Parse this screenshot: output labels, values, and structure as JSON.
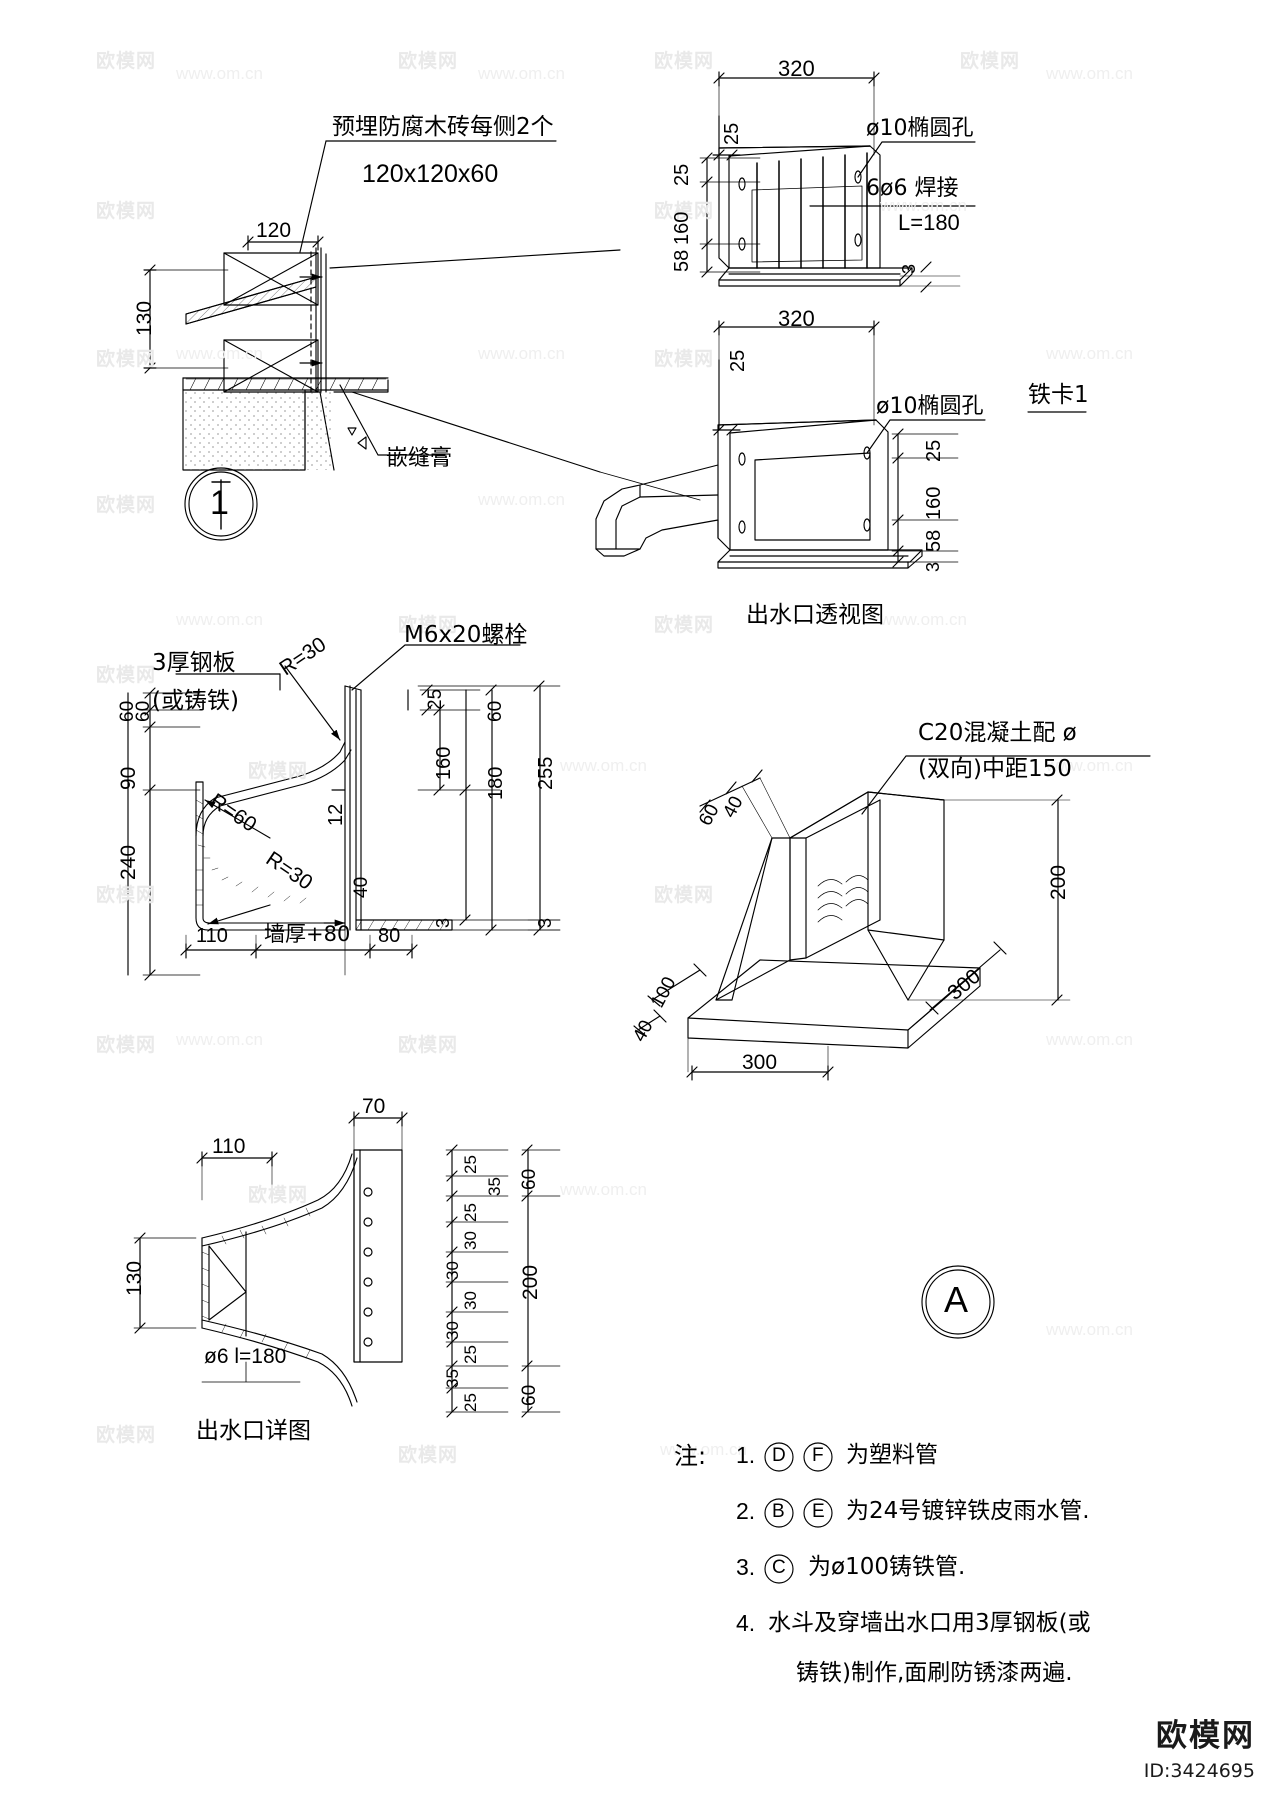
{
  "sheet": {
    "title_blocks": [
      {
        "id": "detail-1-bubble",
        "label": "1"
      },
      {
        "id": "detail-A-bubble",
        "label": "A"
      }
    ],
    "captions": {
      "perspective": "出水口透视图",
      "outlet_detail": "出水口详图",
      "iron_clamp": "铁卡1"
    }
  },
  "detail_1": {
    "annotations": {
      "wood_brick_line1": "预埋防腐木砖每侧2个",
      "wood_brick_line2": "120x120x60",
      "sealant": "嵌缝膏"
    },
    "dimensions": {
      "brick_width": "120",
      "spacing": "130"
    },
    "bubble": "1"
  },
  "bracket_top": {
    "dimensions": {
      "width": "320",
      "offset_top": "25",
      "d_25": "25",
      "d_160": "160",
      "d_58": "58",
      "d_3": "3"
    },
    "annotations": {
      "hole": "ø10椭圆孔",
      "rebar_line1": "6ø6 焊接",
      "rebar_line2": "L=180"
    }
  },
  "bracket_perspective": {
    "dimensions": {
      "width": "320",
      "offset_top": "25",
      "d_25": "25",
      "d_160": "160",
      "d_58": "58",
      "d_3": "3"
    },
    "annotations": {
      "hole": "ø10椭圆孔",
      "name": "铁卡1"
    }
  },
  "section_detail": {
    "annotations": {
      "plate_line1": "3厚钢板",
      "plate_line2": "(或铸铁)",
      "bolt": "M6x20螺栓",
      "r30_top": "R=30",
      "r60": "R=60",
      "r30_bottom": "R=30"
    },
    "dimensions": {
      "left_60": "60",
      "left_60b": "60",
      "left_90": "90",
      "left_240": "240",
      "thickness_12": "12",
      "bottom_40": "40",
      "right_25": "25",
      "right_60": "60",
      "right_160": "160",
      "right_180": "180",
      "right_255": "255",
      "right_3a": "3",
      "right_3b": "3",
      "base_110": "110",
      "base_wall": "墙厚+80",
      "base_80": "80"
    }
  },
  "outlet_detail": {
    "caption": "出水口详图",
    "dimensions": {
      "top_70": "70",
      "left_110": "110",
      "left_130": "130",
      "col_a": [
        "25",
        "35",
        "25",
        "30",
        "30",
        "30",
        "30",
        "25",
        "35",
        "25"
      ],
      "col_b": [
        "60",
        "200",
        "60"
      ]
    },
    "annotations": {
      "rebar": "ø6  l=180"
    }
  },
  "concrete_block": {
    "annotations": {
      "line1": "C20混凝土配  ø",
      "line2": "(双向)中距150"
    },
    "dimensions": {
      "d_60": "60",
      "d_40": "40",
      "d_200": "200",
      "d_300_depth": "300",
      "d_300_width": "300",
      "d_100": "100",
      "d_40b": "40"
    },
    "bubble": "A"
  },
  "notes": {
    "label": "注:",
    "items": [
      {
        "num": "1.",
        "circles": [
          "D",
          "F"
        ],
        "text": "为塑料管"
      },
      {
        "num": "2.",
        "circles": [
          "B",
          "E"
        ],
        "text": "为24号镀锌铁皮雨水管."
      },
      {
        "num": "3.",
        "circles": [
          "C"
        ],
        "text": "为ø100铸铁管."
      },
      {
        "num": "4.",
        "circles": [],
        "text": "水斗及穿墙出水口用3厚钢板(或"
      },
      {
        "num": "",
        "circles": [],
        "text": "铸铁)制作,面刷防锈漆两遍."
      }
    ]
  },
  "watermarks": {
    "cn": "欧模网",
    "en": "www.om.cn"
  },
  "footer": {
    "logo": "欧模网",
    "id": "ID:3424695"
  }
}
